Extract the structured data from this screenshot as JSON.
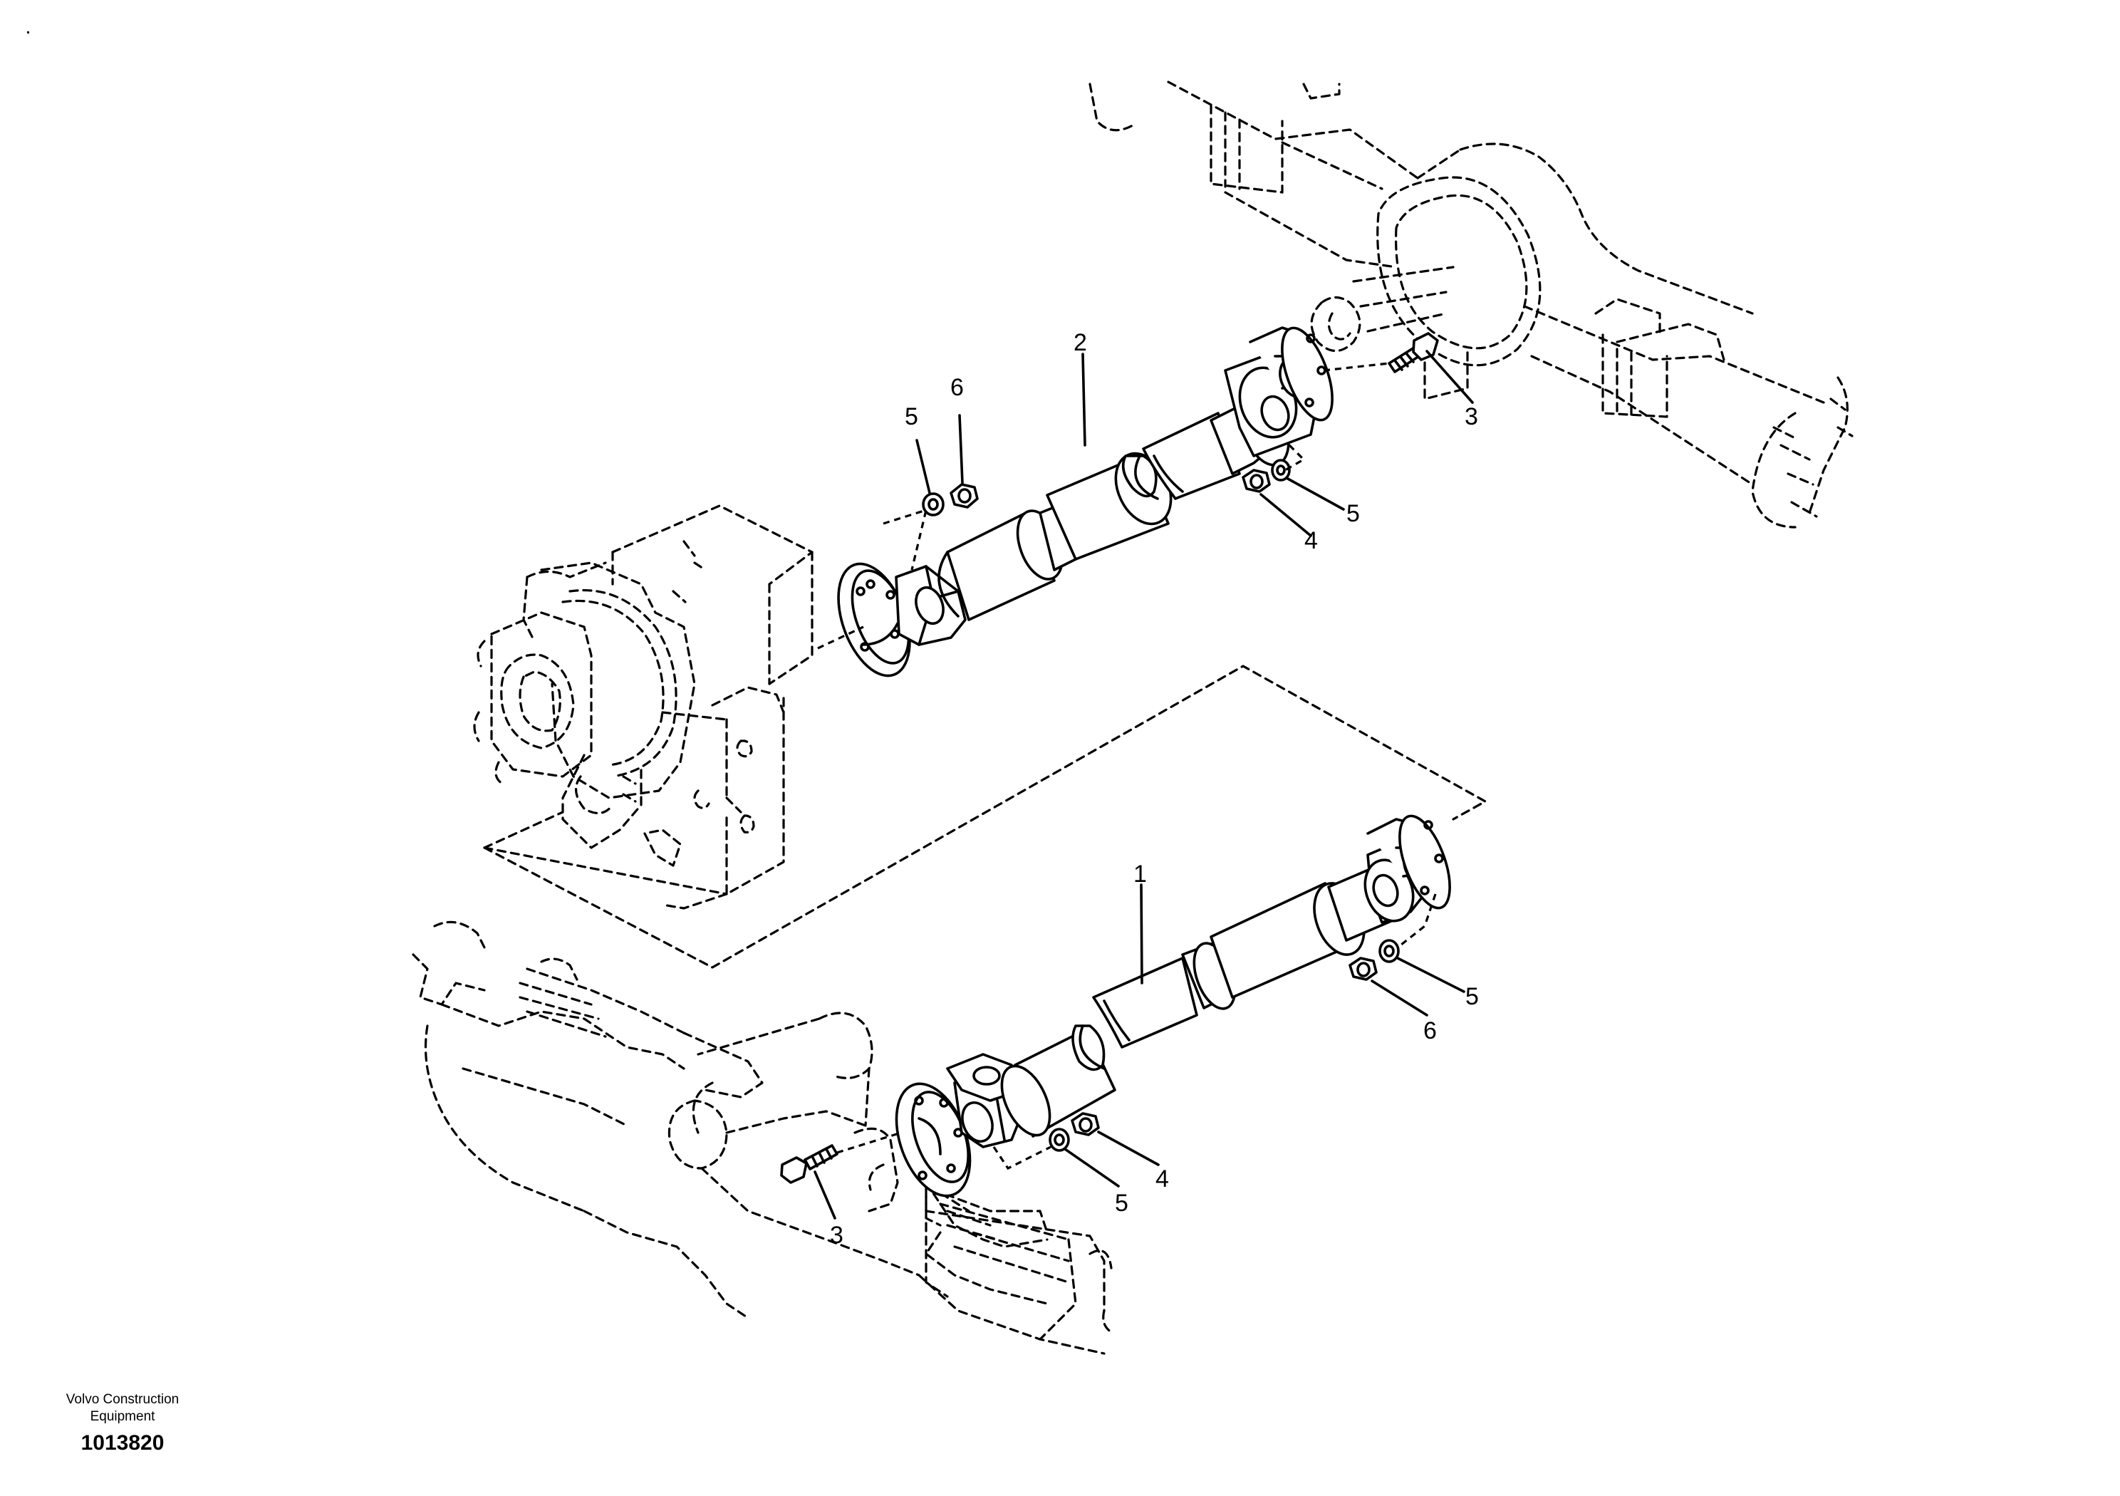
{
  "figure": {
    "callouts": {
      "shaft_upper": "2",
      "nut_upper_left": "6",
      "washer_upper_left": "5",
      "bolt_upper_right": "3",
      "washer_upper_right": "5",
      "nut_upper_right": "4",
      "shaft_lower": "1",
      "washer_lower_right": "5",
      "nut_lower_right": "6",
      "nut_lower_left": "4",
      "washer_lower_left": "5",
      "bolt_lower_left": "3"
    }
  },
  "footer": {
    "brand_line1": "Volvo Construction",
    "brand_line2": "Equipment",
    "document_number": "1013820"
  }
}
